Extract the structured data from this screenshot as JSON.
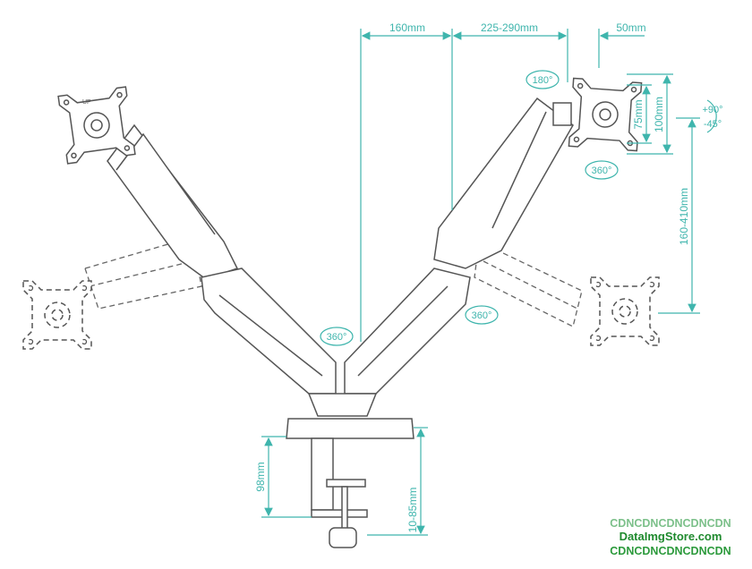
{
  "dimensions": {
    "arm_reach_1": "160mm",
    "arm_reach_2": "225-290mm",
    "offset": "50mm",
    "vesa_small": "75mm",
    "vesa_large": "100mm",
    "height_range": "160-410mm",
    "clamp_height": "98mm",
    "desk_thickness": "10-85mm"
  },
  "rotations": {
    "swivel_top": "180°",
    "rotate_plate": "360°",
    "base_swivel": "360°",
    "elbow_swivel": "360°",
    "tilt_up": "+90°",
    "tilt_down": "-45°"
  },
  "plate_label": "UP",
  "watermark": {
    "line1": "CDNCDNCDNCDNCDN",
    "line2": "DataImgStore.com",
    "line3": "CDNCDNCDNCDNCDN"
  },
  "colors": {
    "accent": "#3fb5ad",
    "line": "#555555"
  }
}
